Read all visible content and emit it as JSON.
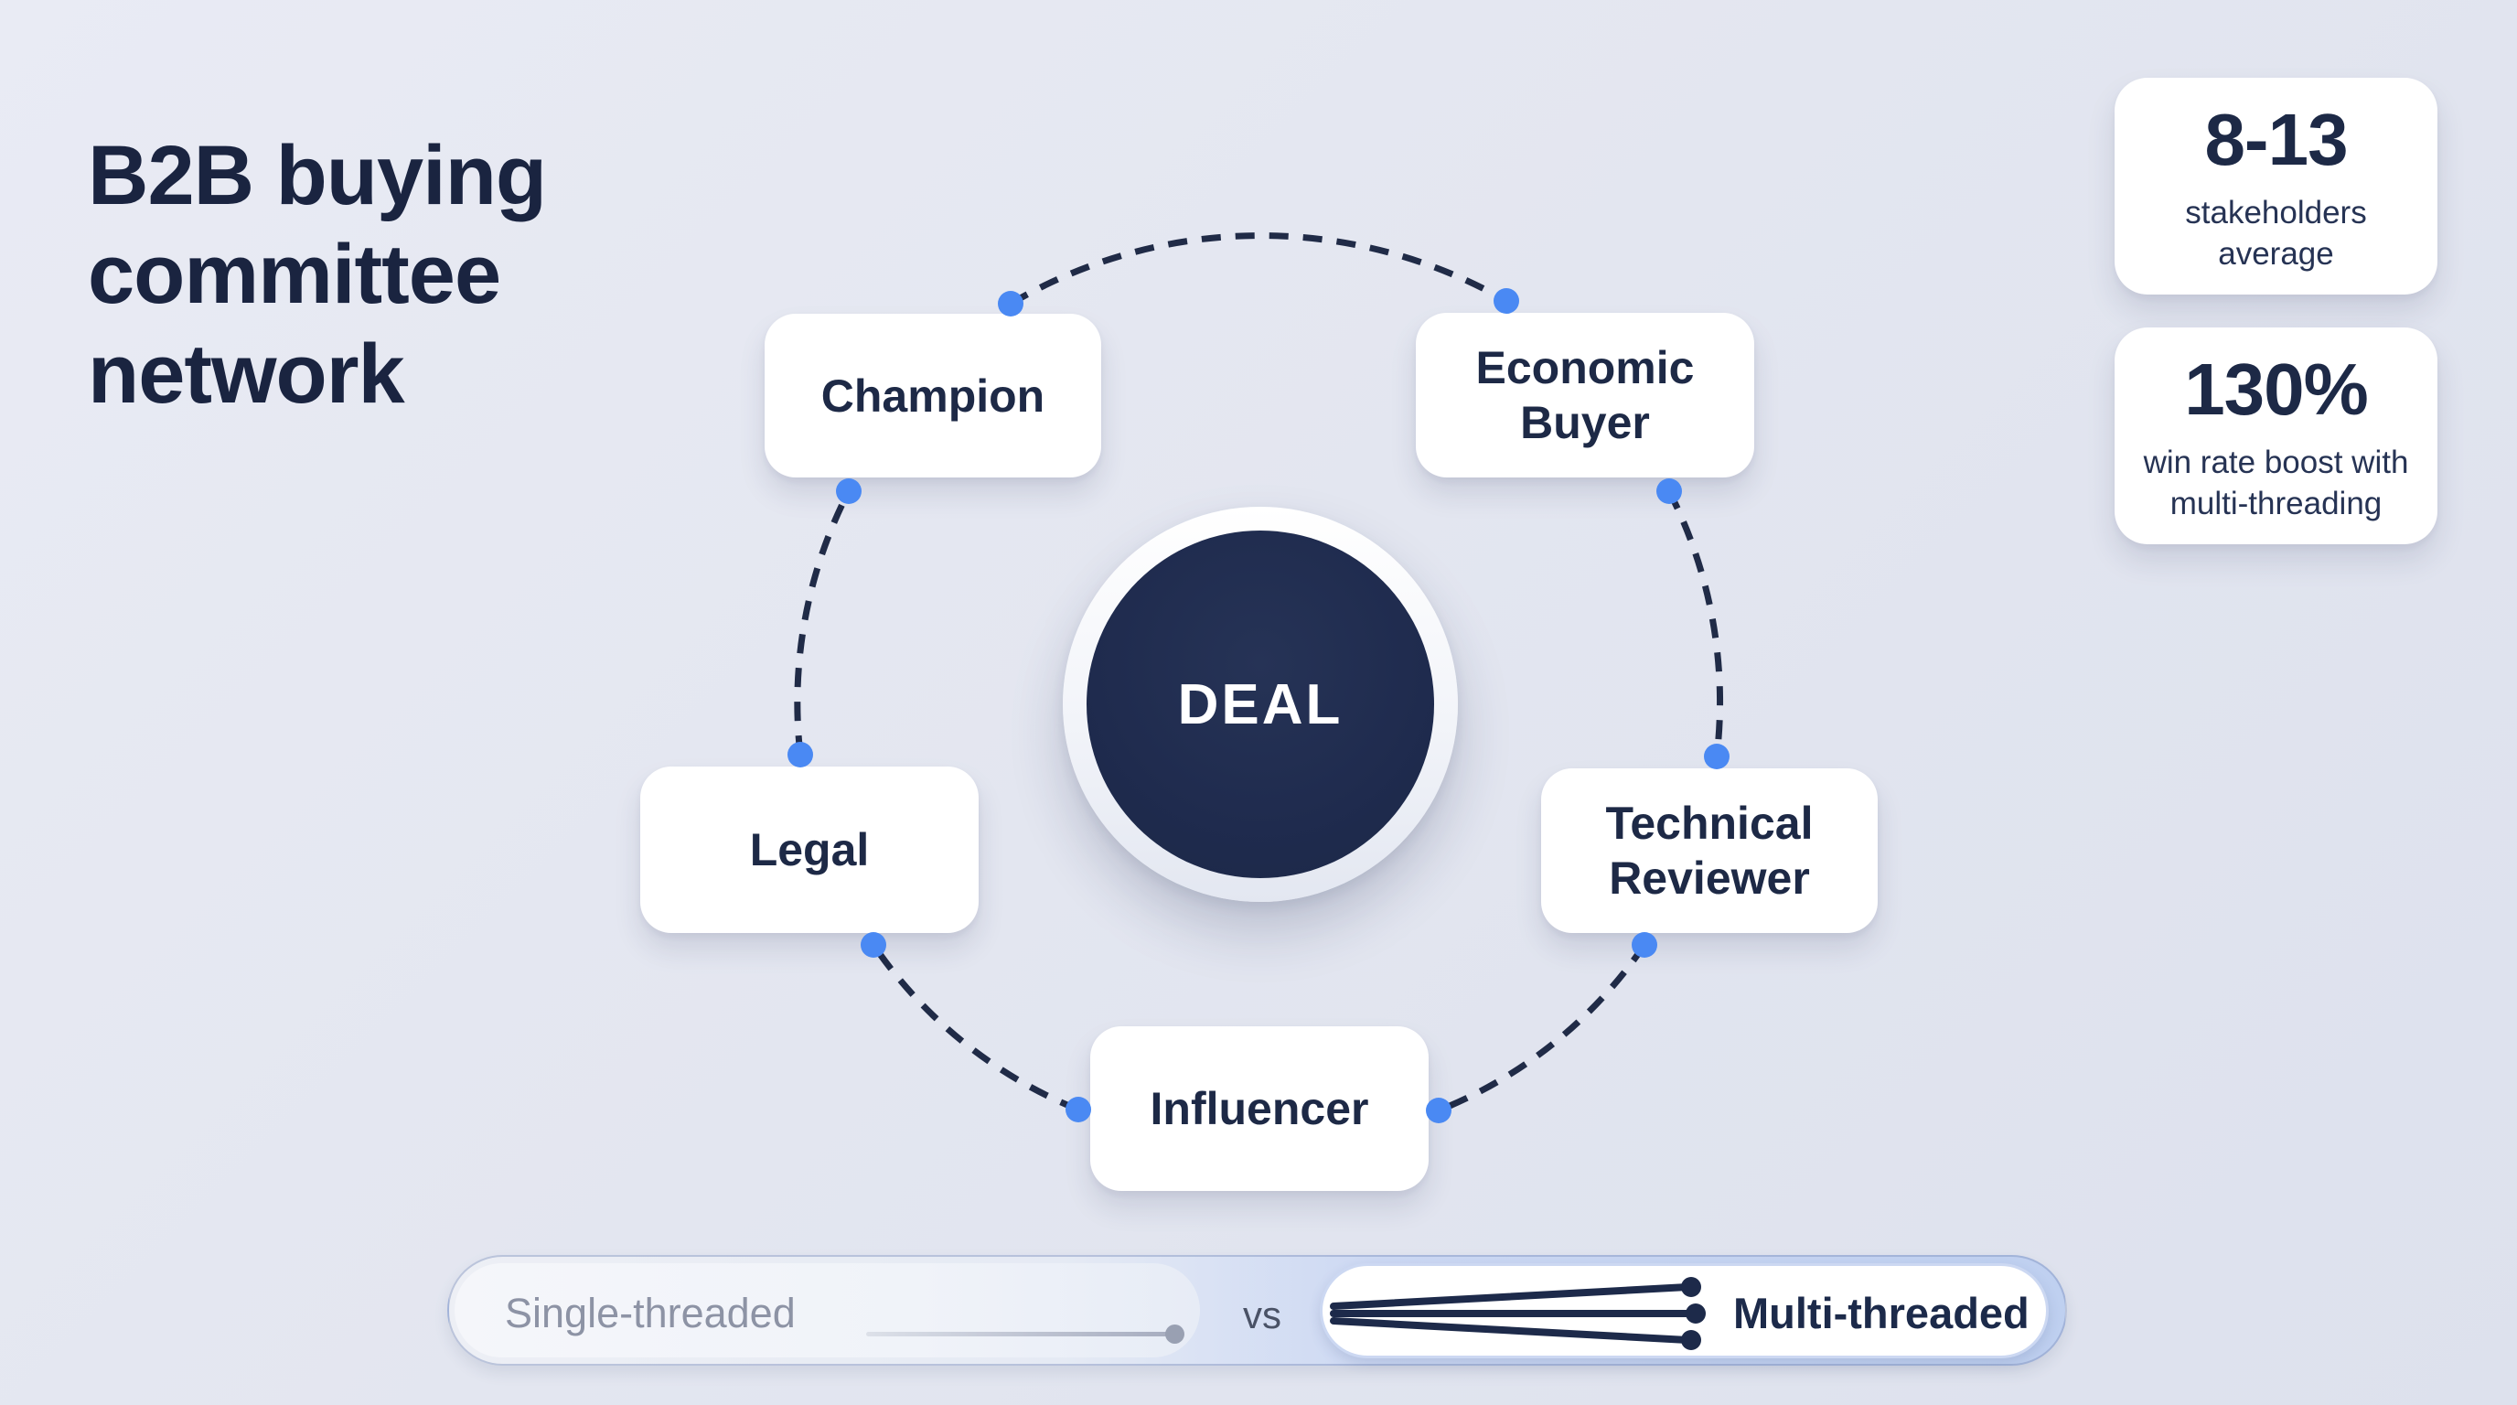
{
  "title": "B2B buying committee network",
  "center": {
    "label": "DEAL"
  },
  "nodes": [
    {
      "id": "champion",
      "label": "Champion"
    },
    {
      "id": "economic-buyer",
      "label": "Economic Buyer"
    },
    {
      "id": "legal",
      "label": "Legal"
    },
    {
      "id": "technical-reviewer",
      "label": "Technical Reviewer"
    },
    {
      "id": "influencer",
      "label": "Influencer"
    }
  ],
  "stats": [
    {
      "value": "8-13",
      "label": "stakeholders average"
    },
    {
      "value": "130%",
      "label": "win rate boost with multi-threading"
    }
  ],
  "comparison": {
    "left": "Single-threaded",
    "vs": "vs",
    "right": "Multi-threaded"
  },
  "colors": {
    "background": "#e2e6f0",
    "navy_text": "#1d2946",
    "dash_line": "#202b47",
    "dot_blue": "#4a89f3",
    "card_bg": "#ffffff",
    "muted_gray": "#8d93a5",
    "bar_blue": "#bfd0f0"
  }
}
